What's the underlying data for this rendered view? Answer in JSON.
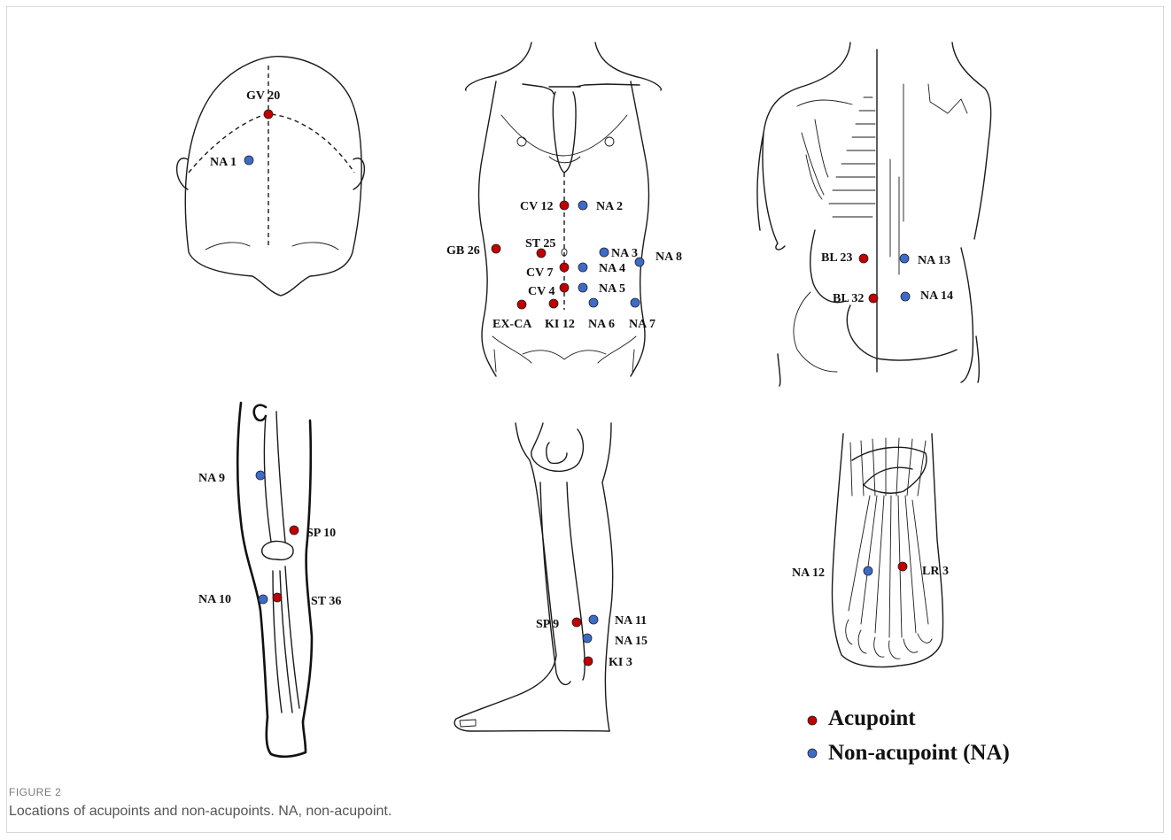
{
  "colors": {
    "acupoint": "#c00000",
    "non_acupoint": "#3d6bc9",
    "ink": "#1a1a1a"
  },
  "panels": {
    "head": {
      "labels": {
        "gv20": "GV 20",
        "na1": "NA 1"
      }
    },
    "abdomen": {
      "labels": {
        "cv12": "CV 12",
        "na2": "NA 2",
        "gb26": "GB 26",
        "st25": "ST 25",
        "na3": "NA 3",
        "na8": "NA 8",
        "cv7": "CV 7",
        "na4": "NA 4",
        "cv4": "CV 4",
        "na5": "NA 5",
        "exca": "EX-CA",
        "ki12": "KI 12",
        "na6": "NA 6",
        "na7": "NA 7"
      }
    },
    "back": {
      "labels": {
        "bl23": "BL 23",
        "na13": "NA 13",
        "bl32": "BL 32",
        "na14": "NA 14"
      }
    },
    "leg": {
      "labels": {
        "na9": "NA 9",
        "sp10": "SP 10",
        "na10": "NA 10",
        "st36": "ST 36"
      }
    },
    "ankle": {
      "labels": {
        "sp9": "SP 9",
        "na11": "NA 11",
        "na15": "NA 15",
        "ki3": "KI 3"
      }
    },
    "foot": {
      "labels": {
        "na12": "NA 12",
        "lr3": "LR 3"
      }
    }
  },
  "legend": {
    "acupoint": "Acupoint",
    "non_acupoint": "Non-acupoint (NA)"
  },
  "caption": {
    "kicker": "FIGURE 2",
    "text": "Locations of acupoints and non-acupoints. NA, non-acupoint."
  }
}
